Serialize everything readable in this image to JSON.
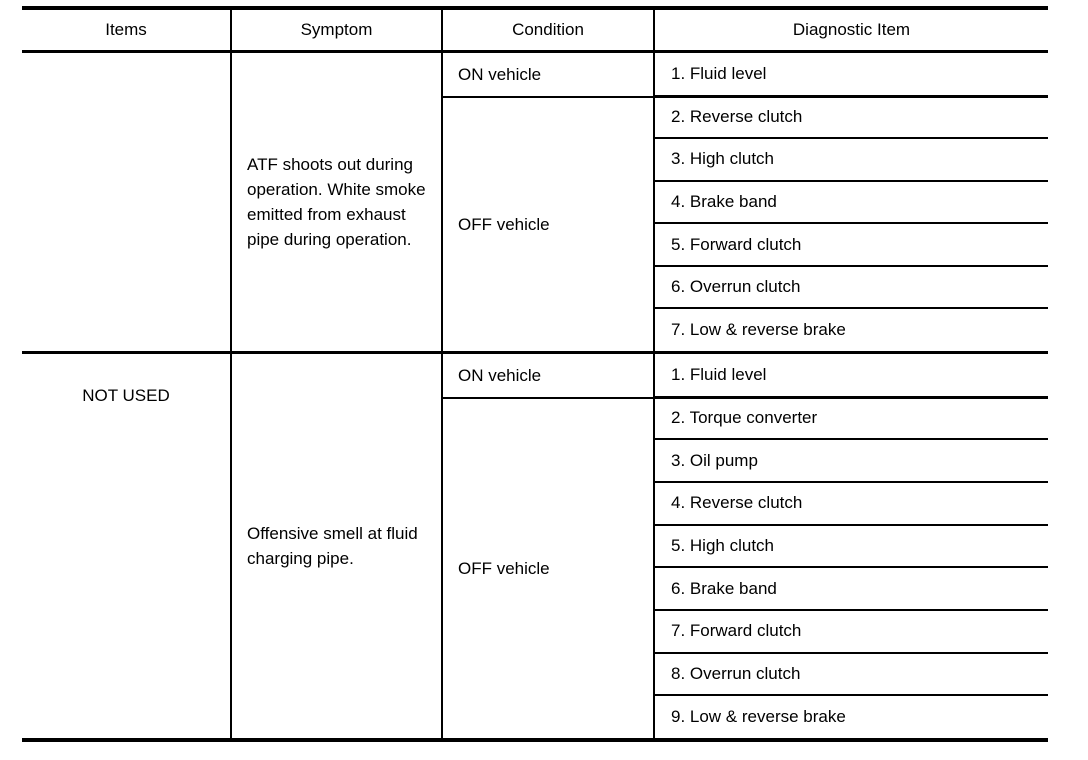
{
  "table": {
    "headers": {
      "items": "Items",
      "symptom": "Symptom",
      "condition": "Condition",
      "diagnostic": "Diagnostic Item"
    },
    "items_label": "NOT USED",
    "conditions": {
      "on": "ON vehicle",
      "off": "OFF vehicle"
    },
    "blocks": [
      {
        "symptom": "ATF shoots out during operation. White smoke emitted from exhaust pipe during operation.",
        "on_items": [
          "1. Fluid level"
        ],
        "off_items": [
          "2. Reverse clutch",
          "3. High clutch",
          "4. Brake band",
          "5. Forward clutch",
          "6. Overrun clutch",
          "7. Low & reverse brake"
        ]
      },
      {
        "symptom": "Offensive smell at fluid charging pipe.",
        "on_items": [
          "1. Fluid level"
        ],
        "off_items": [
          "2. Torque converter",
          "3. Oil pump",
          "4. Reverse clutch",
          "5. High clutch",
          "6. Brake band",
          "7. Forward clutch",
          "8. Overrun clutch",
          "9. Low & reverse brake"
        ]
      }
    ]
  },
  "colors": {
    "rule": "#000000",
    "text": "#000000",
    "background": "#ffffff"
  }
}
